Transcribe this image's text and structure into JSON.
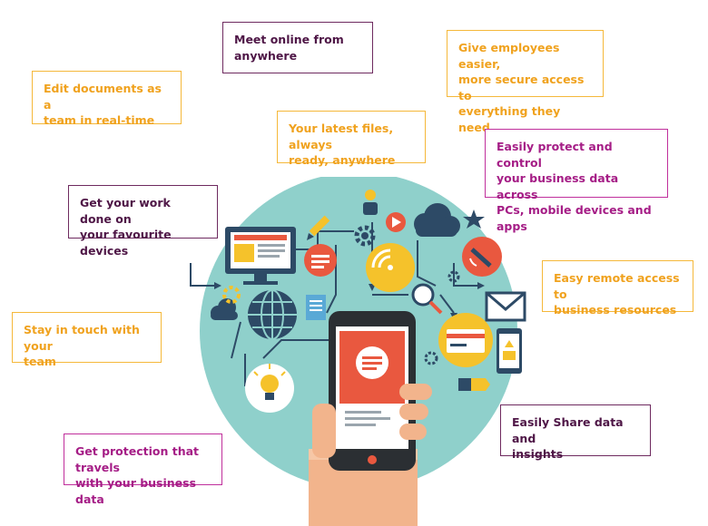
{
  "callouts": {
    "meet_online": "Meet online from\nanywhere",
    "give_employees": "Give employees easier,\nmore secure access to\neverything they need",
    "edit_documents": "Edit documents as a\nteam in real-time",
    "latest_files": "Your latest files, always\nready, anywhere",
    "protect_data": "Easily protect and control\nyour business data across\nPCs, mobile devices and apps",
    "favourite_devices": "Get your work done on\nyour favourite devices",
    "remote_access": "Easy remote access to\nbusiness resources",
    "stay_in_touch": "Stay in touch with your\nteam",
    "share_data": "Easily Share data and\ninsights",
    "protection_travels": "Get protection that travels\nwith your business data"
  },
  "colors": {
    "orange": "#f0a21e",
    "purple": "#4e1646",
    "magenta": "#a51d86",
    "circle": "#8fd0cb",
    "phone": "#2b2f33",
    "screen_red": "#e9583f",
    "yellow": "#f5c22b",
    "navy": "#2d4a66"
  },
  "icons": [
    "monitor-icon",
    "chat-bubble-icon",
    "wifi-icon",
    "cloud-icon",
    "satellite-icon",
    "globe-icon",
    "envelope-icon",
    "credit-card-icon",
    "lightbulb-icon",
    "gear-icon",
    "smartphone-icon",
    "tablet-icon",
    "magnifier-icon",
    "play-icon",
    "star-icon",
    "pencil-icon",
    "person-icon",
    "document-icon"
  ]
}
